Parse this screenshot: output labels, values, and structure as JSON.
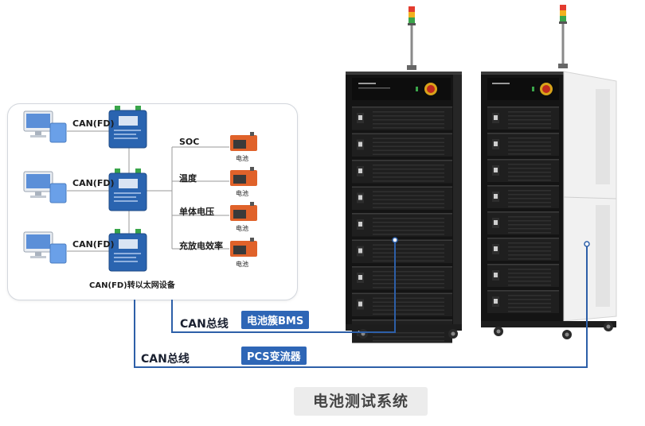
{
  "diagram": {
    "devices": [
      {
        "link_label": "CAN(FD)"
      },
      {
        "link_label": "CAN(FD)"
      },
      {
        "link_label": "CAN(FD)"
      }
    ],
    "device_caption": "CAN(FD)转以太网设备",
    "outputs": [
      {
        "label": "SOC",
        "battery_label": "电池"
      },
      {
        "label": "温度",
        "battery_label": "电池"
      },
      {
        "label": "单体电压",
        "battery_label": "电池"
      },
      {
        "label": "充放电效率",
        "battery_label": "电池"
      }
    ],
    "bus_upper": {
      "label": "CAN总线",
      "tag": "电池簇BMS"
    },
    "bus_lower": {
      "label": "CAN总线",
      "tag": "PCS变流器"
    },
    "caption": "电池测试系统"
  },
  "colors": {
    "bus_line": "#2d5fa8",
    "tag_bg": "#2e66b6",
    "device_body": "#2a64b0",
    "battery_orange": "#e0622a",
    "rack_frame": "#141414"
  }
}
